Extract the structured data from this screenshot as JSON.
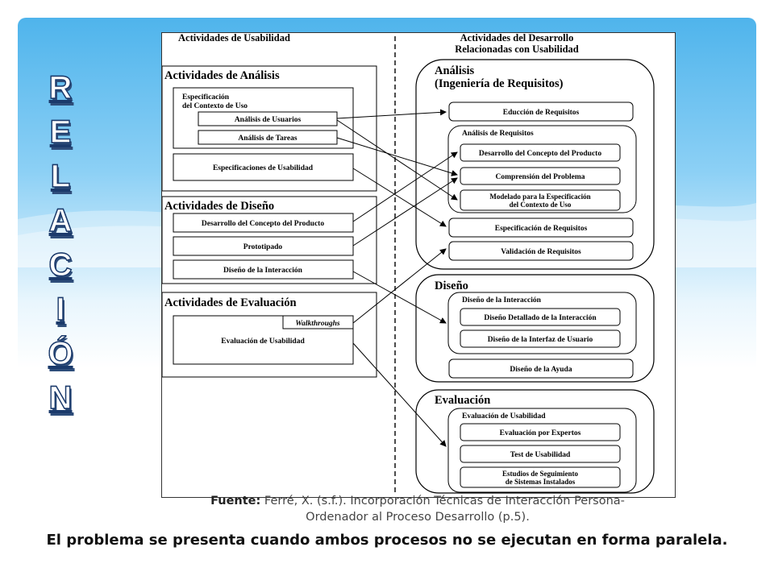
{
  "vertical_word": [
    "R",
    "E",
    "L",
    "A",
    "C",
    "I",
    "Ó",
    "N"
  ],
  "diagram": {
    "left_header": "Actividades de Usabilidad",
    "right_header_line1": "Actividades del Desarrollo",
    "right_header_line2": "Relacionadas con Usabilidad",
    "analisis": {
      "title": "Actividades de Análisis",
      "spec_line1": "Especificación",
      "spec_line2": "del Contexto de Uso",
      "item_usuarios": "Análisis de Usuarios",
      "item_tareas": "Análisis de Tareas",
      "item_especificaciones": "Especificaciones de Usabilidad"
    },
    "diseno": {
      "title": "Actividades de Diseño",
      "item_concepto": "Desarrollo del Concepto del Producto",
      "item_prototipado": "Prototipado",
      "item_interaccion": "Diseño de la Interacción"
    },
    "evaluacion": {
      "title": "Actividades de Evaluación",
      "walkthroughs": "Walkthroughs",
      "item_evaluacion": "Evaluación de Usabilidad"
    },
    "r_analisis": {
      "title_line1": "Análisis",
      "title_line2": "(Ingeniería de Requisitos)",
      "educcion": "Educción de Requisitos",
      "sub_title": "Análisis de Requisitos",
      "concepto": "Desarrollo del Concepto del Producto",
      "comprension": "Comprensión del Problema",
      "modelado_line1": "Modelado para la Especificación",
      "modelado_line2": "del Contexto de Uso",
      "especificacion": "Especificación de Requisitos",
      "validacion": "Validación de Requisitos"
    },
    "r_diseno": {
      "title": "Diseño",
      "sub_title": "Diseño de la Interacción",
      "detallado": "Diseño Detallado de la Interacción",
      "interfaz": "Diseño de la Interfaz de Usuario",
      "ayuda": "Diseño de la Ayuda"
    },
    "r_evaluacion": {
      "title": "Evaluación",
      "sub_title": "Evaluación de Usabilidad",
      "expertos": "Evaluación por Expertos",
      "test": "Test de Usabilidad",
      "estudios_line1": "Estudios de Seguimiento",
      "estudios_line2": "de Sistemas Instalados"
    }
  },
  "caption": {
    "label": "Fuente:",
    "line1": " Ferré, X. (s.f.). Incorporación Técnicas de Interacción Persona-",
    "line2": "Ordenador al Proceso Desarrollo (p.5)."
  },
  "conclusion": "El problema se presenta cuando ambos procesos no se ejecutan en forma paralela."
}
